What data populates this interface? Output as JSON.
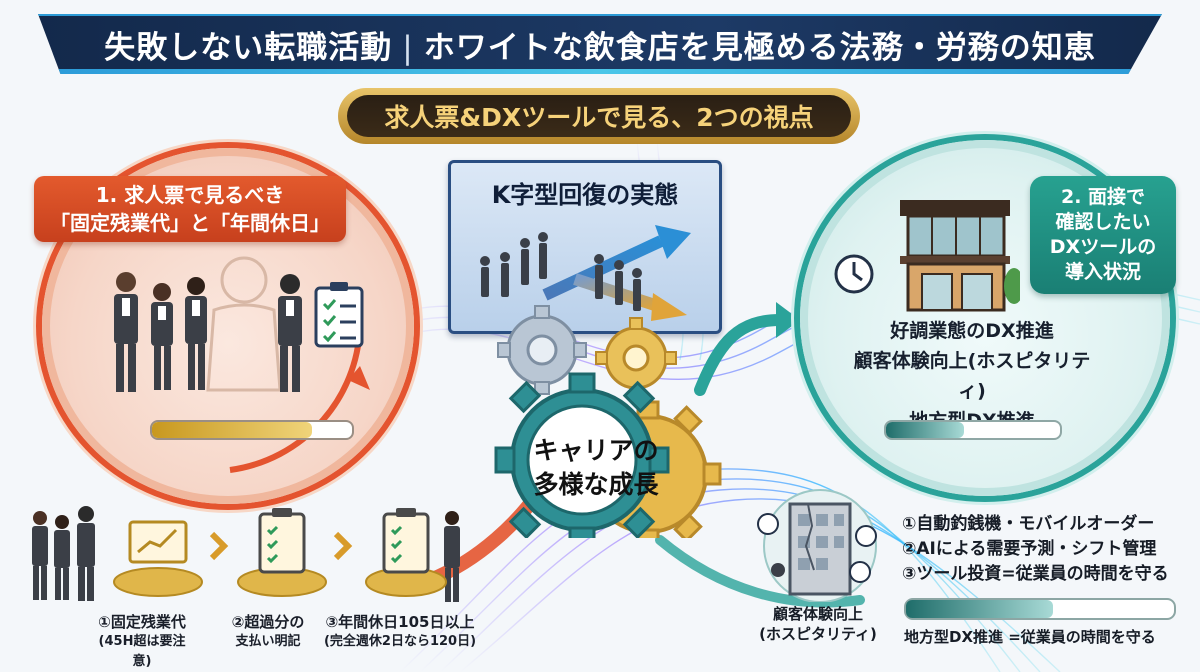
{
  "title": {
    "left": "失敗しない転職活動",
    "separator": "|",
    "right": "ホワイトな飲食店を見極める法務・労務の知恵"
  },
  "subtitle": "求人票&DXツールで見る、2つの視点",
  "left_section": {
    "label_line1": "1. 求人票で見るべき",
    "label_line2": "「固定残業代」と「年間休日」",
    "progress": 0.8
  },
  "k_card": {
    "title": "K字型回復の実態"
  },
  "center": {
    "line1": "キャリアの",
    "line2": "多様な成長"
  },
  "right_section": {
    "label_lines": [
      "2. 面接で",
      "確認したい",
      "DXツールの",
      "導入状況"
    ],
    "items": [
      "好調業態のDX推進",
      "顧客体験向上(ホスピタリティ)",
      "地方型DX推進"
    ],
    "progress": 0.45
  },
  "steps": [
    {
      "main": "①固定残業代",
      "sub": "(45H超は要注意)"
    },
    {
      "main": "②超過分の",
      "sub": "支払い明記"
    },
    {
      "main": "③年間休日105日以上",
      "sub": "(完全週休2日なら120日)"
    }
  ],
  "bottom_right": {
    "items": [
      "①自動釣銭機・モバイルオーダー",
      "②AIによる需要予測・シフト管理",
      "③ツール投資=従業員の時間を守る"
    ],
    "hosp_line1": "顧客体験向上",
    "hosp_line2": "(ホスピタリティ)",
    "bar_label": "地方型DX推進 =従業員の時間を守る",
    "progress": 0.55
  },
  "colors": {
    "navy": "#13294b",
    "orange": "#e4542f",
    "teal": "#2aa39a",
    "gold": "#d4a73a"
  }
}
